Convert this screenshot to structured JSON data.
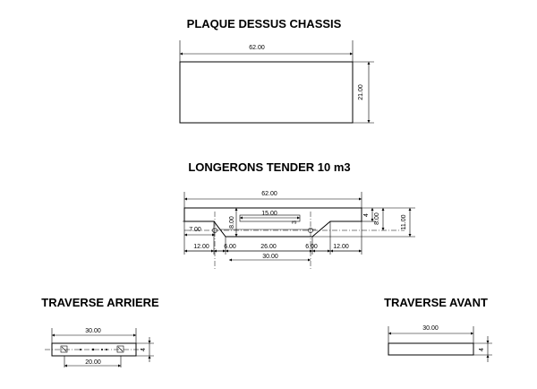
{
  "plaque": {
    "title": "PLAQUE DESSUS CHASSIS",
    "width_label": "62.00",
    "height_label": "21.00"
  },
  "longerons": {
    "title": "LONGERONS TENDER  10 m3",
    "overall_label": "62.00",
    "slot_label": "15.00",
    "slot_depth_label": "3",
    "left_height_label": "8.00",
    "hole_offset_label": "7.00",
    "top_band_label": "4",
    "inner_height_label": "8.00",
    "total_height_label": "11.00",
    "left_end_label": "12.00",
    "left_ramp_label": "6.00",
    "middle_label": "26.00",
    "right_ramp_label": "6.00",
    "right_end_label": "12.00",
    "span_label": "30.00"
  },
  "traverse_arriere": {
    "title": "TRAVERSE ARRIERE",
    "width_label": "30.00",
    "height_label": "4",
    "holes_label": "20.00"
  },
  "traverse_avant": {
    "title": "TRAVERSE AVANT",
    "width_label": "30.00",
    "height_label": "4"
  }
}
